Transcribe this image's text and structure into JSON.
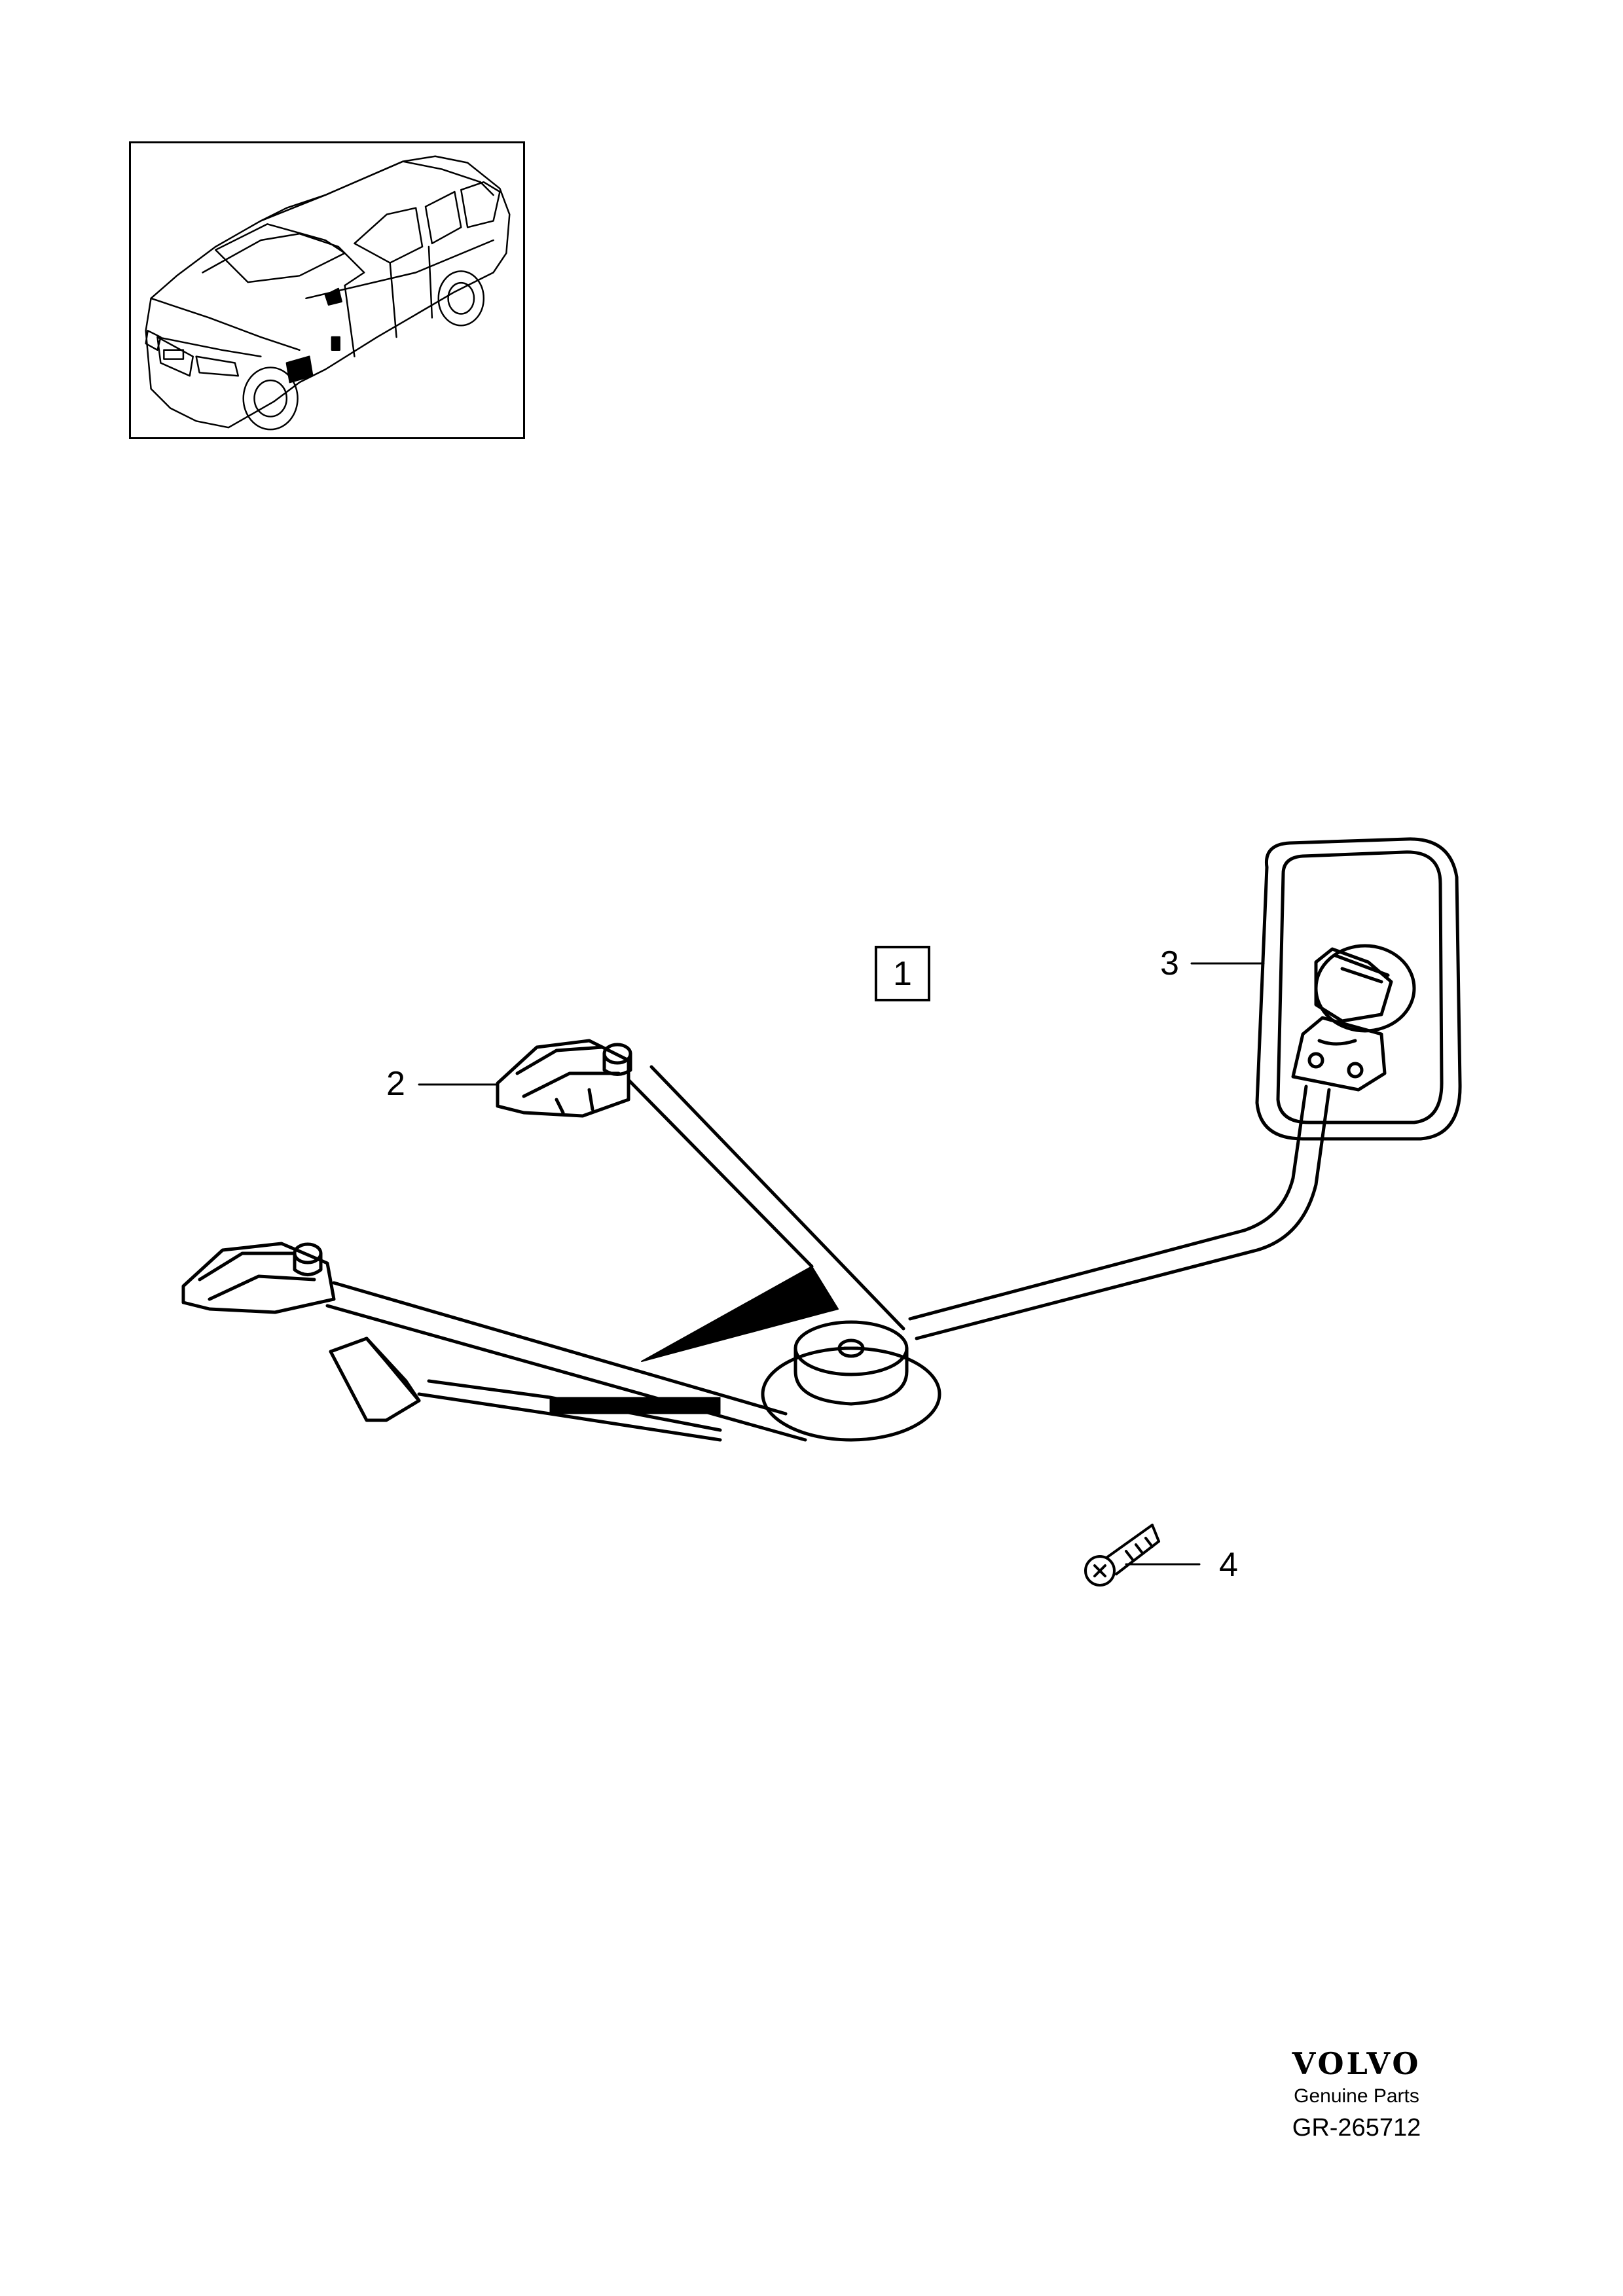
{
  "diagram": {
    "reference_box": "1",
    "callouts": [
      {
        "id": "callout-2",
        "label": "2"
      },
      {
        "id": "callout-3",
        "label": "3"
      },
      {
        "id": "callout-4",
        "label": "4"
      }
    ]
  },
  "brand": {
    "logo_text": "VOLVO",
    "subtitle": "Genuine Parts"
  },
  "drawing_number": "GR-265712"
}
